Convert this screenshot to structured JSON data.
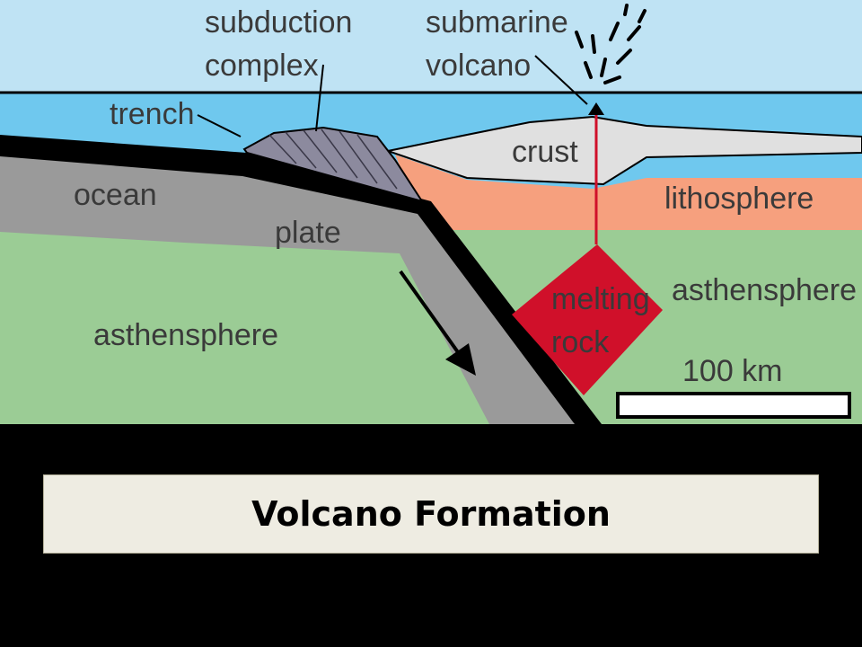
{
  "diagram": {
    "labels": {
      "subduction_complex_line1": "subduction",
      "subduction_complex_line2": "complex",
      "submarine_volcano_line1": "submarine",
      "submarine_volcano_line2": "volcano",
      "trench": "trench",
      "crust": "crust",
      "lithosphere": "lithosphere",
      "ocean": "ocean",
      "plate": "plate",
      "melting_line1": "melting",
      "melting_line2": "rock",
      "asthensphere_right": "asthensphere",
      "asthensphere_left": "asthensphere",
      "scale_label": "100 km"
    },
    "colors": {
      "sky": "#bfe3f4",
      "ocean_water": "#6fc8ee",
      "asthenosphere": "#9bcc95",
      "lithosphere": "#f6a07e",
      "crust": "#e0e0e0",
      "oceanic_plate": "#9a9a9a",
      "subduction_complex": "#8c8a9e",
      "melting_rock": "#d0102a",
      "outline": "#000000"
    }
  },
  "caption": {
    "title": "Volcano Formation"
  }
}
